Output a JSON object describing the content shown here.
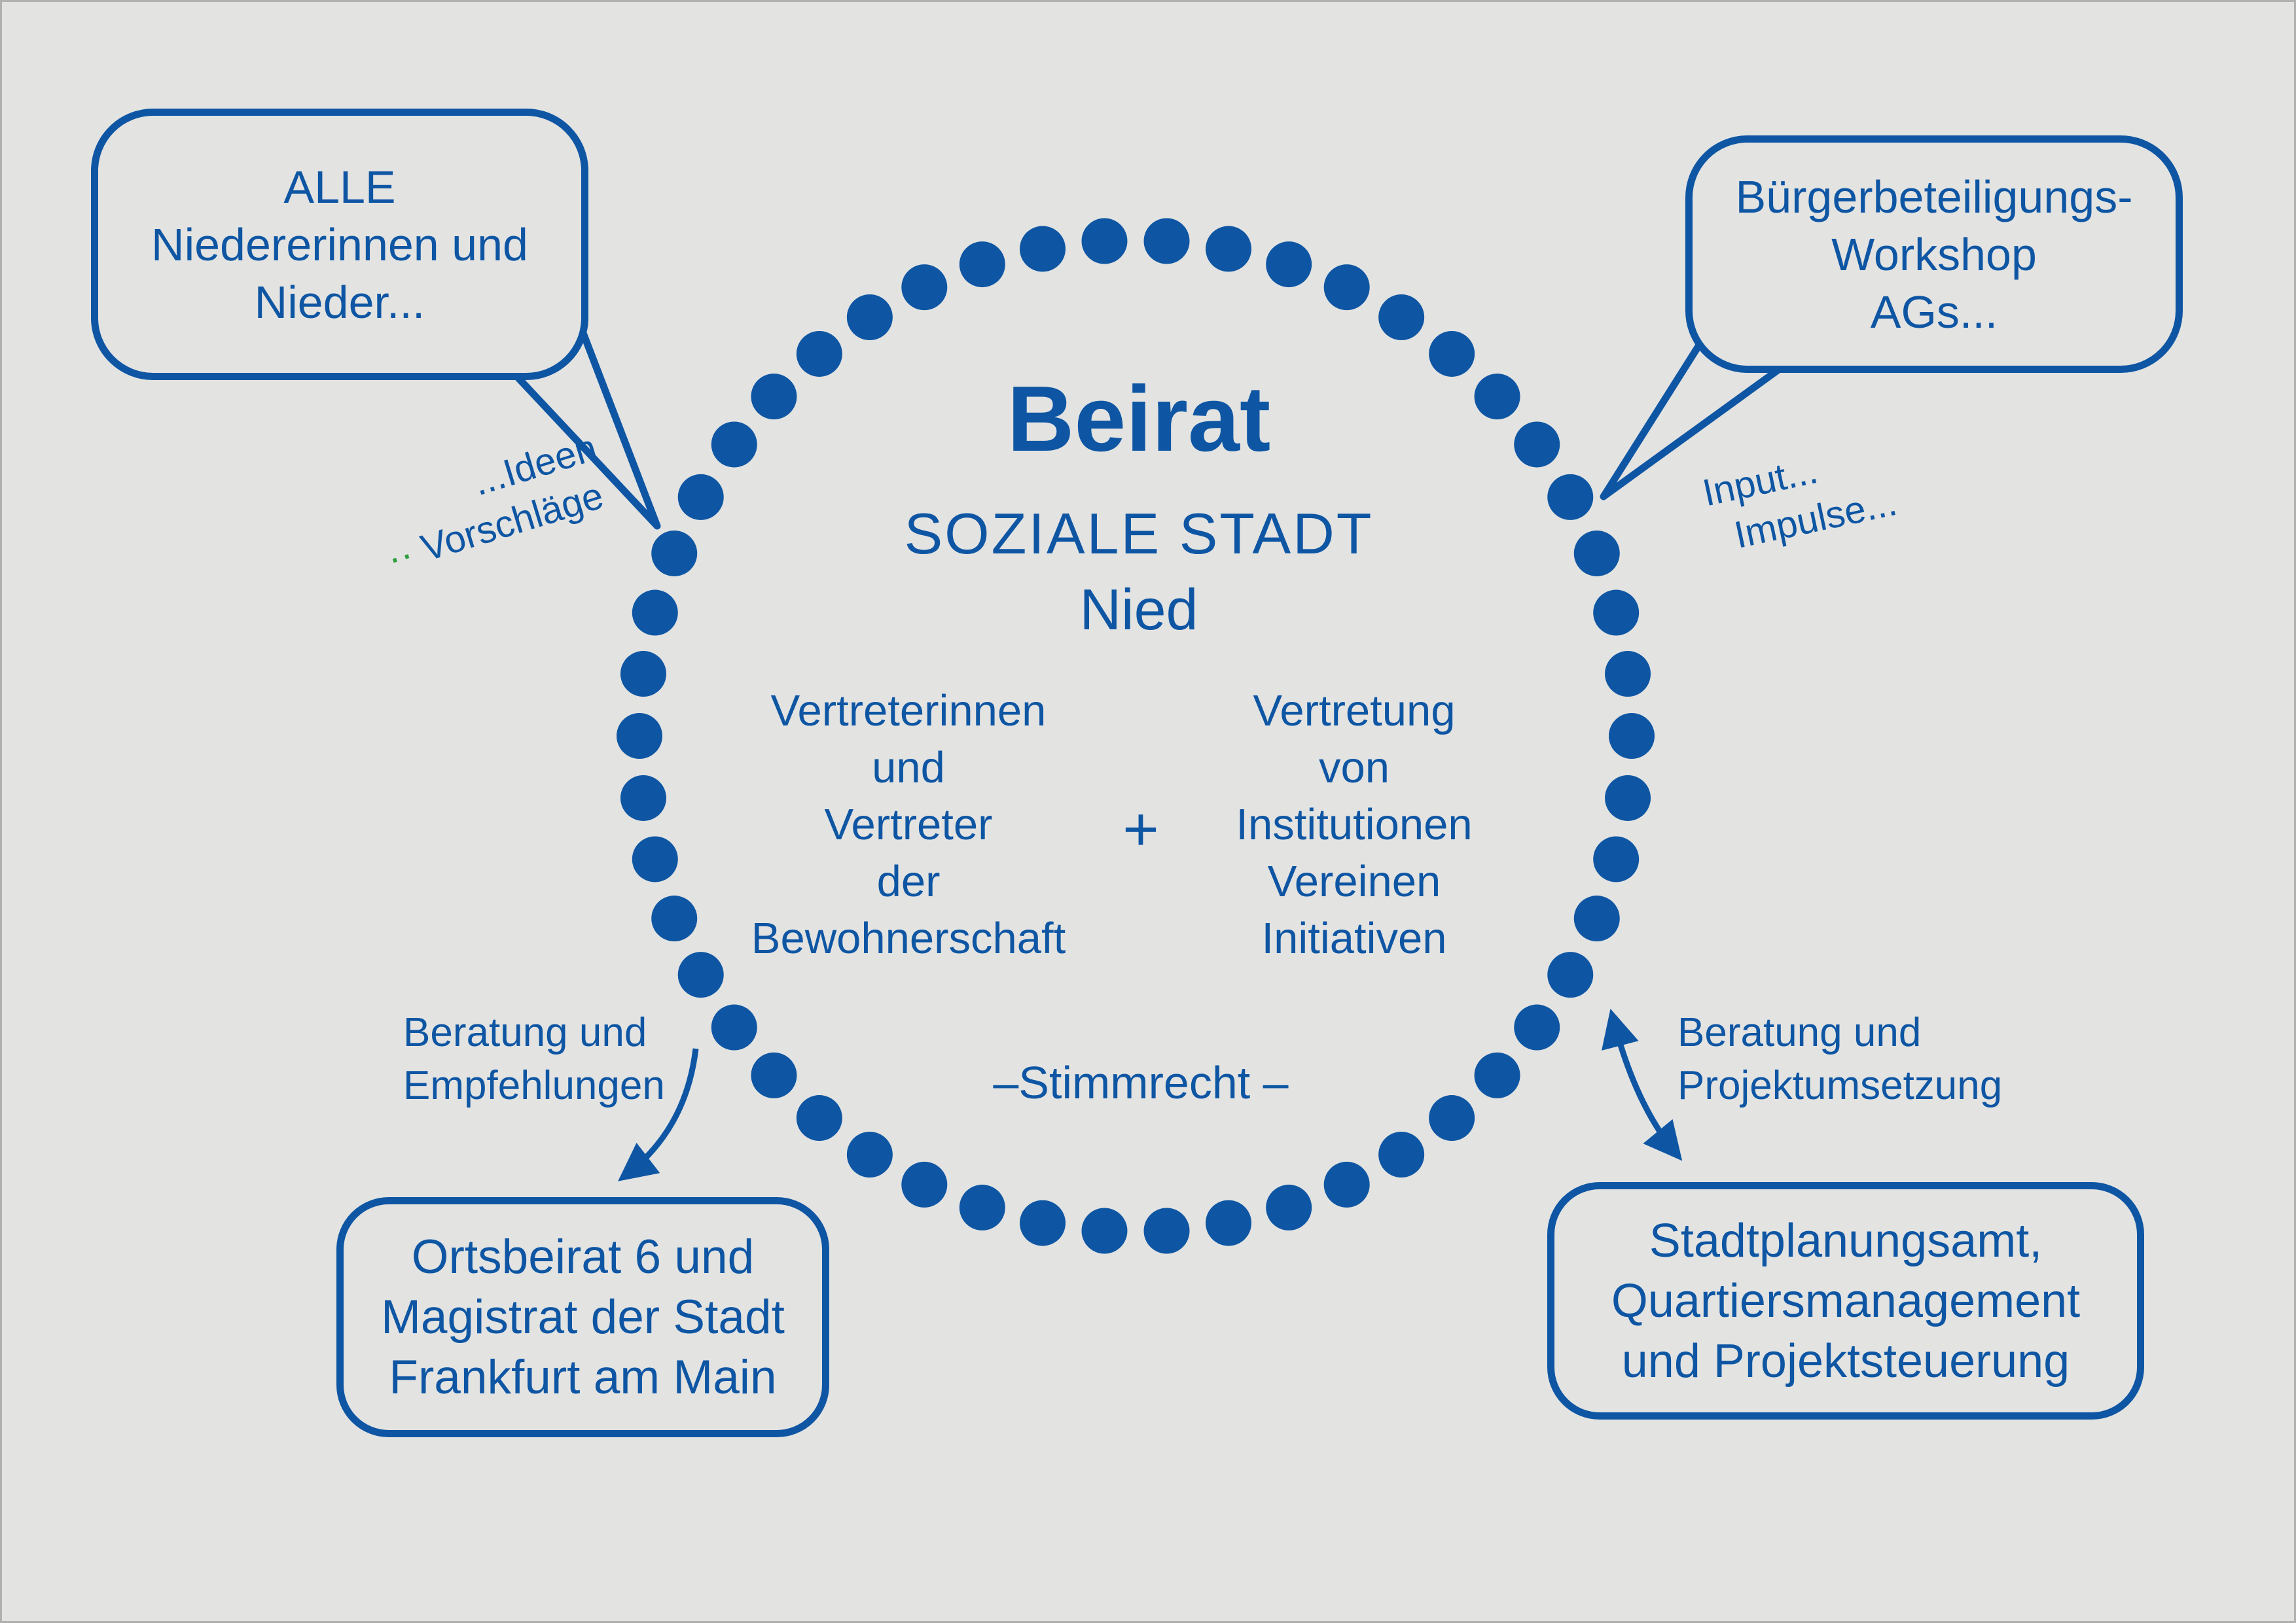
{
  "colors": {
    "blue": "#0e56a3",
    "background": "#e3e3e2",
    "green_dots": "#2f9e3f"
  },
  "circle": {
    "title": "Beirat",
    "subtitle_line1": "SOZIALE STADT",
    "subtitle_line2": "Nied",
    "left_column": [
      "Vertreterinnen",
      "und",
      "Vertreter",
      "der",
      "Bewohnerschaft"
    ],
    "plus_sign": "+",
    "right_column": [
      "Vertretung",
      "von",
      "Institutionen",
      "Vereinen",
      "Initiativen"
    ],
    "voting_note": "–Stimmrecht –"
  },
  "callouts": {
    "top_left": [
      "ALLE",
      "Niedererinnen und",
      "Nieder..."
    ],
    "top_right": [
      "Bürgerbeteiligungs-",
      "Workshop",
      "AGs..."
    ]
  },
  "boxes": {
    "bottom_left": [
      "Ortsbeirat 6 und",
      "Magistrat der Stadt",
      "Frankfurt am Main"
    ],
    "bottom_right": [
      "Stadtplanungsamt,",
      "Quartiersmanagement",
      "und Projektsteuerung"
    ]
  },
  "annotations": {
    "ideas": {
      "line1": "...Ideen",
      "dots": "··",
      "line2": "Vorschläge"
    },
    "input": {
      "line1": "Input...",
      "line2": "Impulse..."
    },
    "advice_left": {
      "line1": "Beratung und",
      "line2": "Empfehlungen"
    },
    "advice_right": {
      "line1": "Beratung und",
      "line2": "Projektumsetzung"
    }
  }
}
